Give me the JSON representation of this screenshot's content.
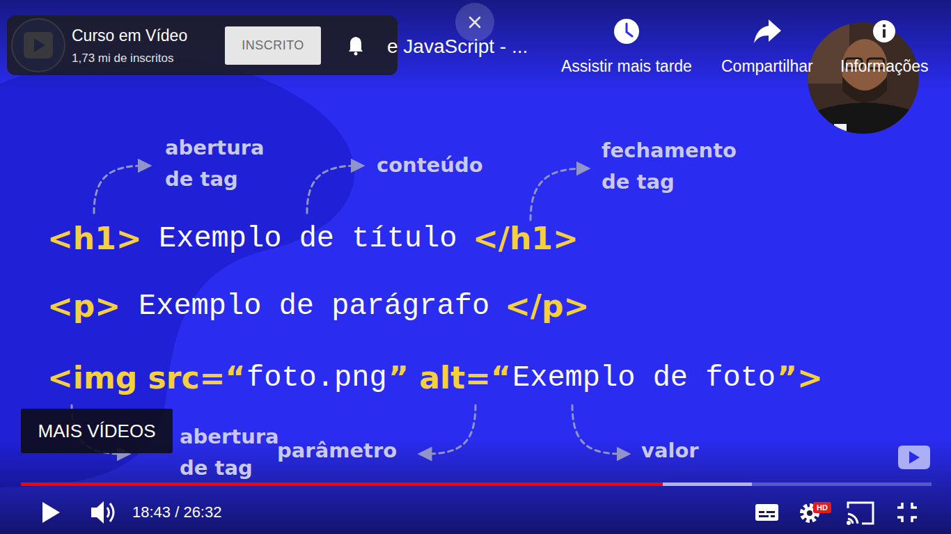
{
  "diagram": {
    "nodes": [
      {
        "text": [
          "Curso em Vídeo",
          "1,73 mi de inscritos"
        ]
      },
      {
        "text": [
          "INSCRITO"
        ],
        "in": 0
      },
      {
        "text": [
          "MAIS VÍDEOS"
        ]
      },
      {
        "text": [
          "HD"
        ]
      }
    ],
    "labels": [
      "e JavaScript - ...",
      "Assistir mais tarde",
      "Compartilhar",
      "Informações",
      "abertura de tag",
      "conteúdo",
      "fechamento de tag",
      "<h1>",
      "Exemplo de título",
      "</h1>",
      "<p>",
      "Exemplo de parágrafo",
      "</p>",
      "<img src=“",
      "foto.png",
      "” alt=“",
      "Exemplo de foto",
      "”>",
      "abertura de tag",
      "parâmetro",
      "valor",
      "18:43 / 26:32"
    ]
  }
}
